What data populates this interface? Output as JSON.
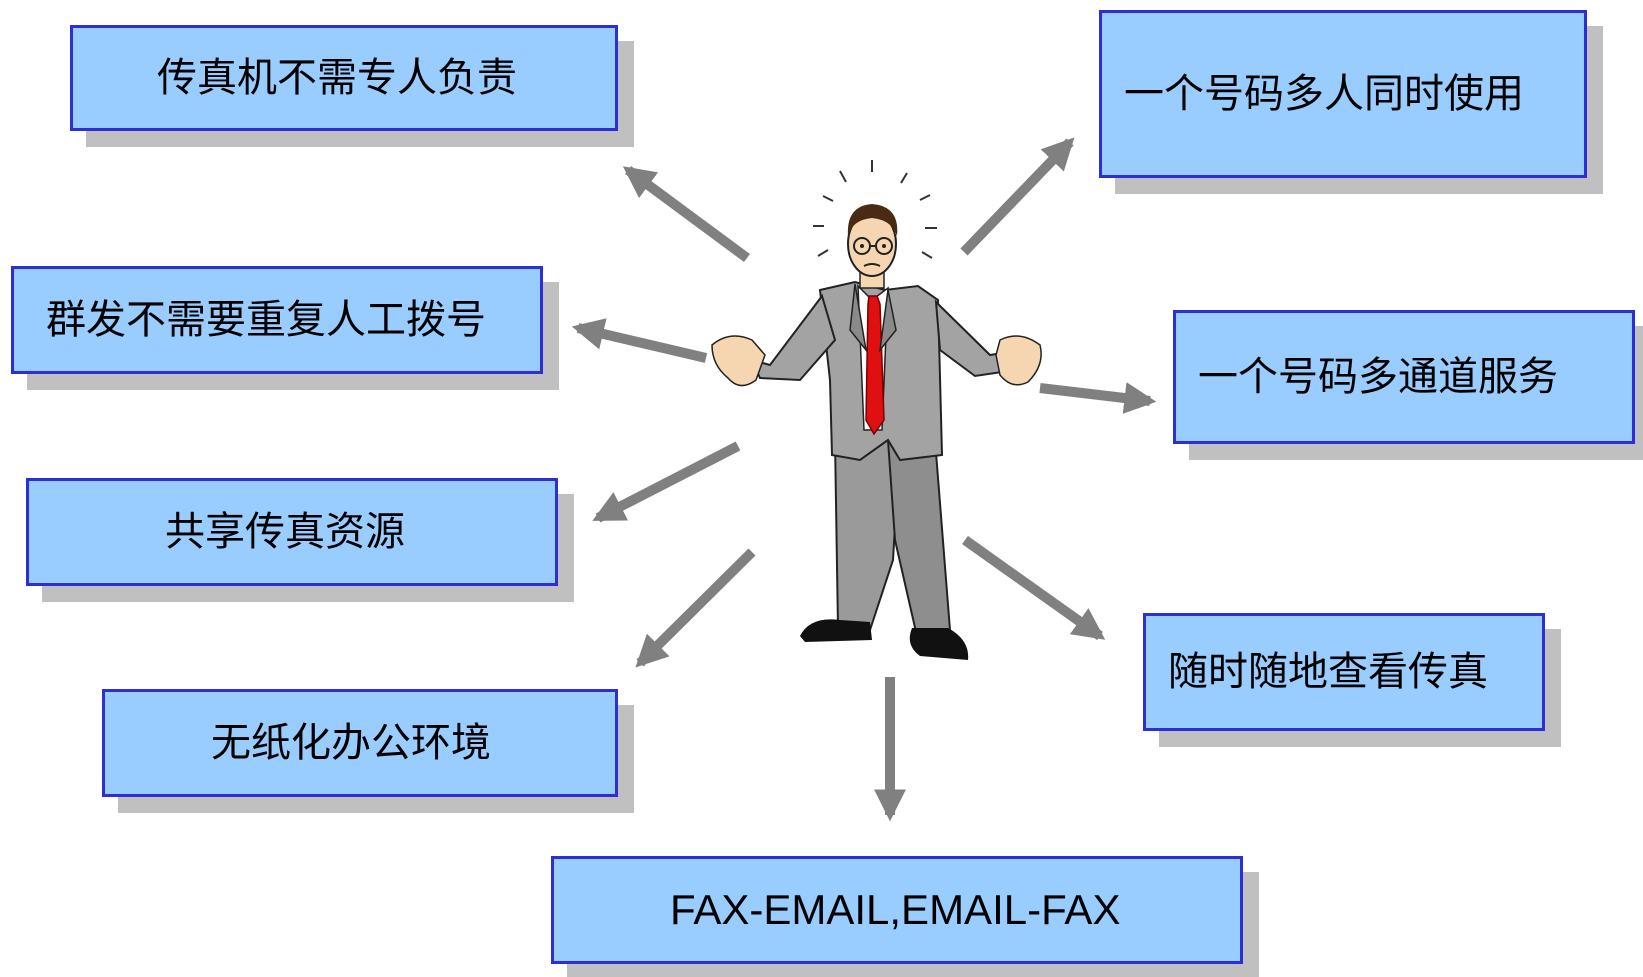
{
  "boxes": {
    "fax_no_staff": "传真机不需专人负责",
    "broadcast_no_redial": "群发不需要重复人工拨号",
    "share_fax": "共享传真资源",
    "paperless": "无纸化办公环境",
    "one_number_multi_user": "一个号码多人同时使用",
    "one_number_multi_channel": "一个号码多通道服务",
    "view_anywhere": "随时随地查看传真",
    "fax_email": "FAX-EMAIL,EMAIL-FAX"
  },
  "colors": {
    "box_fill": "#99ccff",
    "box_border": "#2e2ed6",
    "box_shadow": "#c0c0c0",
    "arrow": "#808080",
    "suit": "#9a9a9a",
    "tie": "#e01010"
  },
  "icons": {
    "center": "confused-businessman-illustration",
    "arrows": "gray-arrow"
  }
}
